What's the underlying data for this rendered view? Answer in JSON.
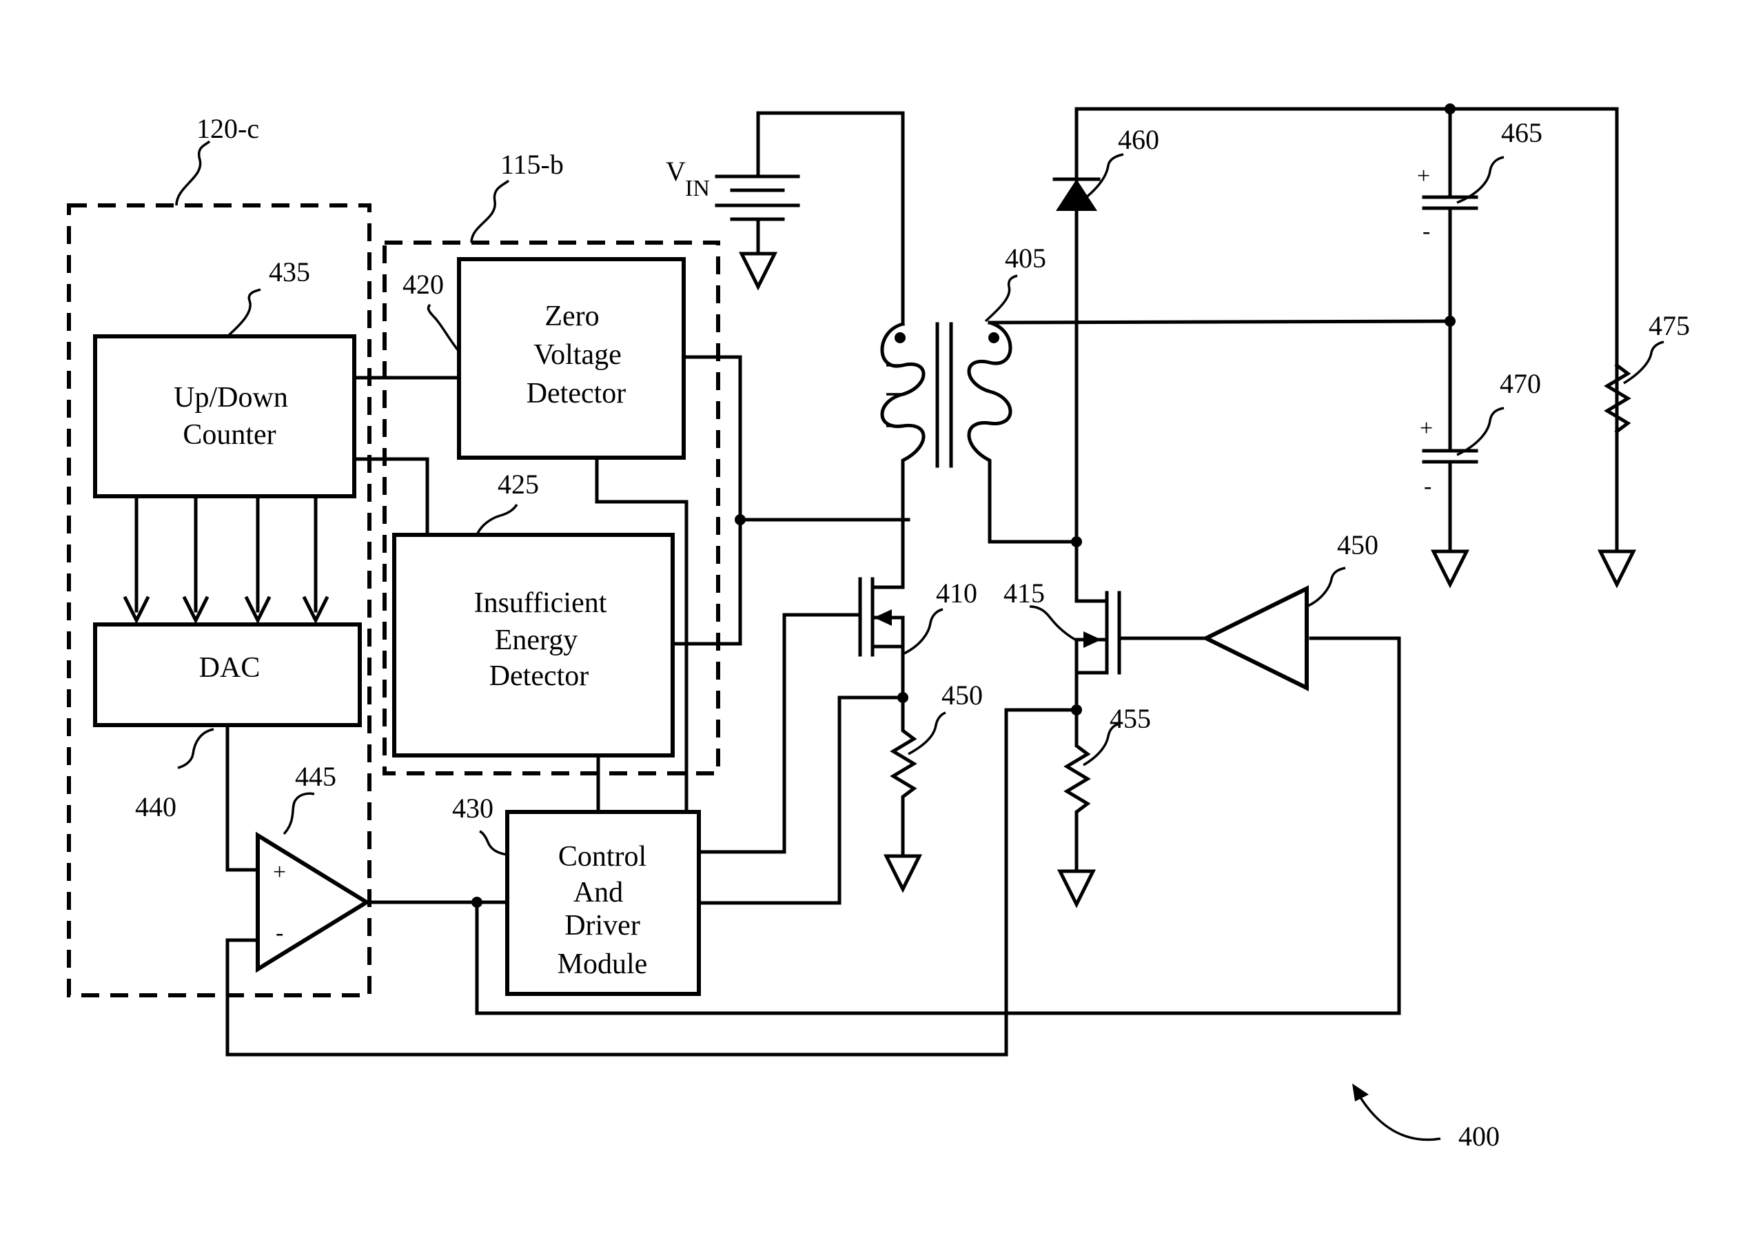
{
  "figure_number": "400",
  "groups": {
    "controller": "120-c",
    "detectors": "115-b"
  },
  "blocks": {
    "counter": {
      "ref": "435",
      "lines": [
        "Up/Down",
        "Counter"
      ]
    },
    "dac": {
      "ref": "440",
      "lines": [
        "DAC"
      ]
    },
    "zero_voltage": {
      "ref": "420",
      "lines": [
        "Zero",
        "Voltage",
        "Detector"
      ]
    },
    "insufficient_energy": {
      "ref": "425",
      "lines": [
        "Insufficient",
        "Energy",
        "Detector"
      ]
    },
    "driver": {
      "ref": "430",
      "lines": [
        "Control",
        "And",
        "Driver",
        "Module"
      ]
    }
  },
  "components": {
    "comparator": {
      "ref": "445",
      "plus": "+",
      "minus": "-"
    },
    "transformer": {
      "ref": "405"
    },
    "primary_switch": {
      "ref": "410"
    },
    "secondary_switch": {
      "ref": "415"
    },
    "primary_sense_resistor": {
      "ref": "450"
    },
    "secondary_sense_resistor": {
      "ref": "455"
    },
    "amplifier": {
      "ref": "450"
    },
    "diode": {
      "ref": "460"
    },
    "capacitor_top": {
      "ref": "465",
      "plus": "+",
      "minus": "-"
    },
    "capacitor_bottom": {
      "ref": "470",
      "plus": "+",
      "minus": "-"
    },
    "load_resistor": {
      "ref": "475"
    },
    "source": {
      "label": "V",
      "subscript": "IN"
    }
  }
}
